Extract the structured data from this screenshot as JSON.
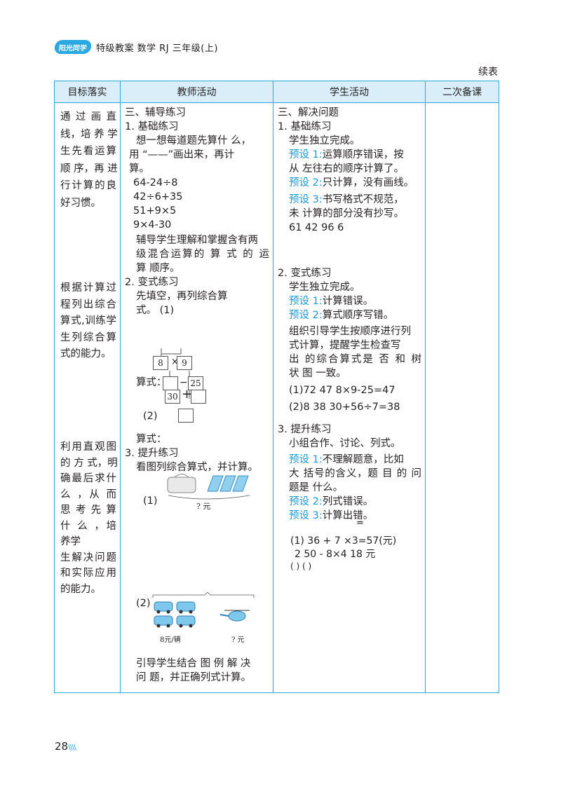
{
  "header": {
    "logo": "阳光同学",
    "title": "特级教案  数学  RJ 三年级(上)"
  },
  "continued": "续表",
  "table": {
    "columns": [
      "目标落实",
      "教师活动",
      "学生活动",
      "二次备课"
    ],
    "goals": [
      [
        "通 过 画 直",
        "线，培 养 学",
        "生先看运算",
        "顺 序，再 进",
        "行计算的良",
        "好习惯。"
      ],
      [
        "根据计算过",
        "程列出综合",
        "算式,训练学",
        "生列综合算",
        "式的能力。"
      ],
      [
        "利用直观图",
        "的 方 式，明",
        "确最后求什",
        "么 ，从 而",
        "思 考 先 算",
        "什 么 ，培",
        "养学",
        "生解决问题",
        "和实际应用",
        "的能力。"
      ]
    ],
    "teacher": {
      "section": "三、辅导练习",
      "p1_title": "1. 基础练习",
      "p1_lines": [
        "想一想每道题先算什 么，",
        "用 “——”画出来，再计",
        "算。"
      ],
      "exprs": [
        "64-24÷8",
        "42÷6+35",
        "51+9×5",
        "9×4-30"
      ],
      "p1_note": [
        "辅导学生理解和掌握含有两",
        "级混合运算的 算 式 的 运",
        "算 顺序。"
      ],
      "p2_title": "2. 变式练习",
      "p2_lines": [
        "先填空，再列综合算",
        "式。 (1)"
      ],
      "diagram": {
        "top_a": "8",
        "op_mul": "×",
        "top_b": "9",
        "mid_b": "25",
        "op_minus": "−",
        "bot_a": "30",
        "op_plus": "+",
        "formula_label": "算式：",
        "item2": "(2)",
        "formula_label2": "算式："
      },
      "p3_title": "3. 提升练习",
      "p3_line": "看图列综合算式，并计算。",
      "pic1_label": "(1)",
      "pic1_price": "? 元",
      "pic2_label": "(2)",
      "pic2_unit_price": "8元/辆",
      "pic2_price": "? 元",
      "guide": [
        "引导学生结合 图 例 解 决",
        "问 题，并正确列式计算。"
      ]
    },
    "student": {
      "section": "三、解决问题",
      "p1_title": "1. 基础练习",
      "p1_line": "学生独立完成。",
      "p1_preset1": [
        "预设 1:",
        "运算顺序错误，按"
      ],
      "p1_preset1_b": "从 左往右的顺序计算了。",
      "p1_preset2": [
        "预设 2:",
        "只计算，没有画线。"
      ],
      "p1_preset3": [
        "预设 3:",
        "书写格式不规范，"
      ],
      "p1_preset3_b": "未 计算的部分没有抄写。",
      "p1_answers": "61   42   96   6",
      "p2_title": "2. 变式练习",
      "p2_line": "学生独立完成。",
      "p2_preset1": [
        "预设 1:",
        "计算错误。"
      ],
      "p2_preset2": [
        "预设 2:",
        "算式顺序写错。"
      ],
      "p2_note": [
        "组织引导学生按顺序进行列",
        "式计算，提醒学生检查写",
        "出 的综合算式是 否 和 树",
        "状 图 一致。"
      ],
      "p2_ans1": "(1)72   47   8×9-25=47",
      "p2_ans2": "(2)8   38   30+56÷7=38",
      "p3_title": "3. 提升练习",
      "p3_line": "小组合作、讨论、列式。",
      "p3_preset1": [
        "预设 1:",
        "不理解题意，比如"
      ],
      "p3_preset1_b": [
        "大 括号的含义，题 目 的 问",
        "题是 什么。"
      ],
      "p3_preset2": [
        "预设 2:",
        "列式错误。"
      ],
      "p3_preset3": [
        "预设 3:",
        "计算出错。"
      ],
      "p3_eq_top": "=",
      "p3_ans1": "(1)  36 +  7 ×3=57(元)",
      "p3_ans2": "2  50  - 8×4   18  元",
      "p3_ans3": "(  )                      (  )"
    },
    "notes": ""
  },
  "footer": {
    "page": "28",
    "marks": "\\\\\\\\"
  }
}
